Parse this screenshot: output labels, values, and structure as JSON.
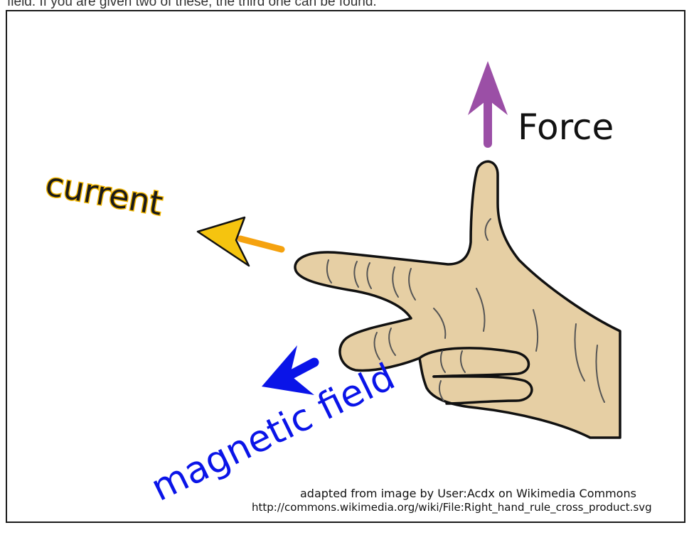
{
  "top_text": "field. If you are given two of these, the third one can be found.",
  "labels": {
    "force": "Force",
    "current": "current",
    "magnetic_field": "magnetic field"
  },
  "credit": {
    "line1": "adapted from image by User:Acdx on Wikimedia Commons",
    "line2": "http://commons.wikimedia.org/wiki/File:Right_hand_rule_cross_product.svg"
  },
  "colors": {
    "force_arrow": "#9b4fa6",
    "current_arrow_head": "#f5c40f",
    "current_arrow_shaft": "#f5a20f",
    "field_arrow": "#0a14e8",
    "current_text": "#1a1a1a",
    "field_text": "#0a14e8",
    "skin": "#e6cfa4",
    "outline": "#111111"
  }
}
